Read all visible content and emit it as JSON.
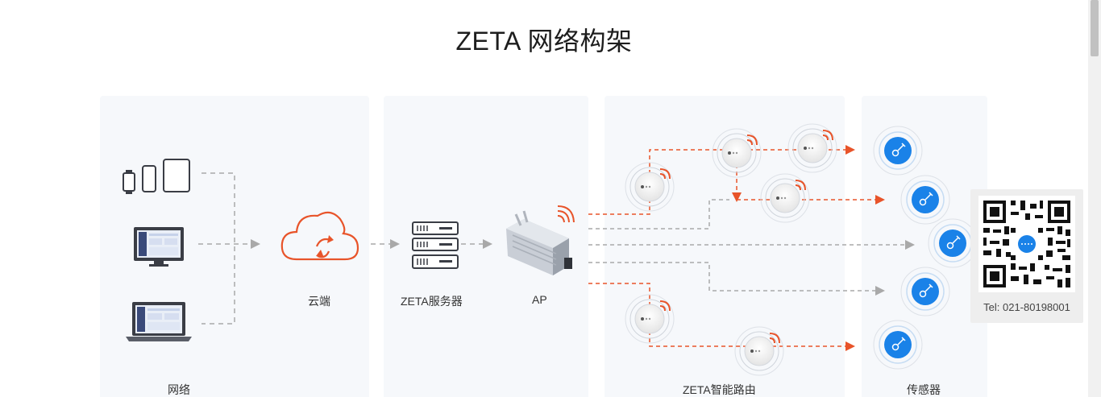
{
  "page": {
    "title": "ZETA 网络构架"
  },
  "panels": {
    "network": "网络",
    "routing": "ZETA智能路由",
    "sensors": "传感器"
  },
  "nodes": {
    "cloud": "云端",
    "server": "ZETA服务器",
    "ap": "AP"
  },
  "contact": {
    "tel": "Tel:  021-80198001"
  },
  "colors": {
    "accent_orange": "#e8542a",
    "sensor_blue": "#1a82e8",
    "dash_gray": "#a9a9a9",
    "device_dark": "#3a3d45"
  },
  "icons": [
    "watch-icon",
    "phone-icon",
    "tablet-icon",
    "monitor-icon",
    "laptop-icon",
    "cloud-icon",
    "server-icon",
    "ap-device-icon",
    "router-node-icon",
    "sensor-icon",
    "qr-code-icon"
  ]
}
